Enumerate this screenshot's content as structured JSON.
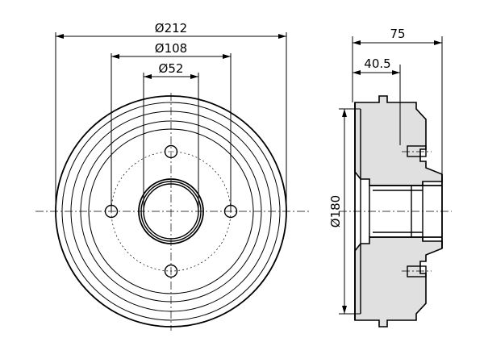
{
  "dimensions": {
    "outer_diameter": "Ø212",
    "bolt_circle_diameter": "Ø108",
    "center_bore_diameter": "Ø52",
    "total_height": "75",
    "flange_height": "40.5",
    "brake_diameter": "Ø180"
  },
  "colors": {
    "line": "#000000",
    "section_fill": "#e0e0e0",
    "background": "#ffffff"
  }
}
